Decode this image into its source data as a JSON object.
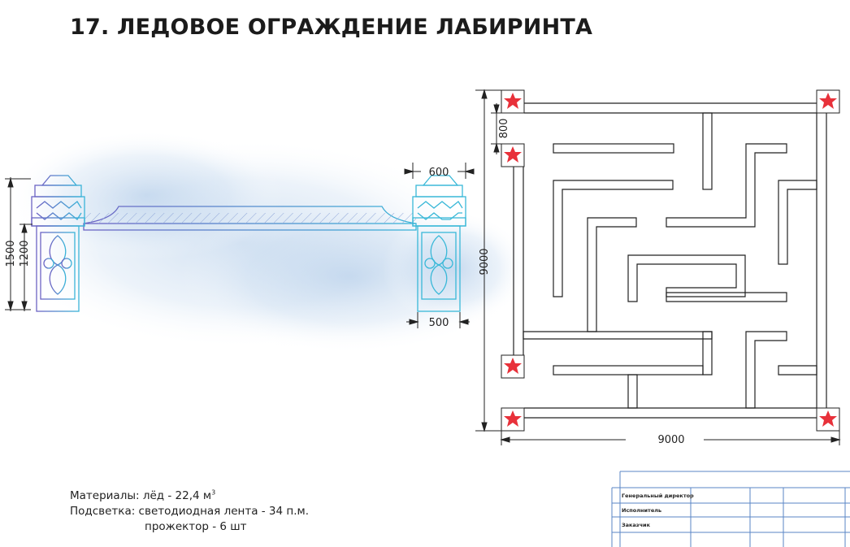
{
  "title": "17. ЛЕДОВОЕ ОГРАЖДЕНИЕ ЛАБИРИНТА",
  "elevation_dims": {
    "height_total": "1500",
    "height_wall": "1200",
    "pillar_top_width": "600",
    "pillar_base_width": "500"
  },
  "plan_dims": {
    "segment": "800",
    "height": "9000",
    "width": "9000"
  },
  "notes": {
    "materials": "Материалы: лёд - 22,4 м",
    "materials_sup": "3",
    "lighting": "Подсветка: светодиодная лента - 34 п.м.",
    "projector": "прожектор - 6 шт"
  },
  "title_block": {
    "row1": "Генеральный директор",
    "row2": "Исполнитель",
    "row3": "Заказчик"
  },
  "colors": {
    "star": "#e8313a",
    "line": "#222222",
    "title_block": "#5a86c6"
  }
}
